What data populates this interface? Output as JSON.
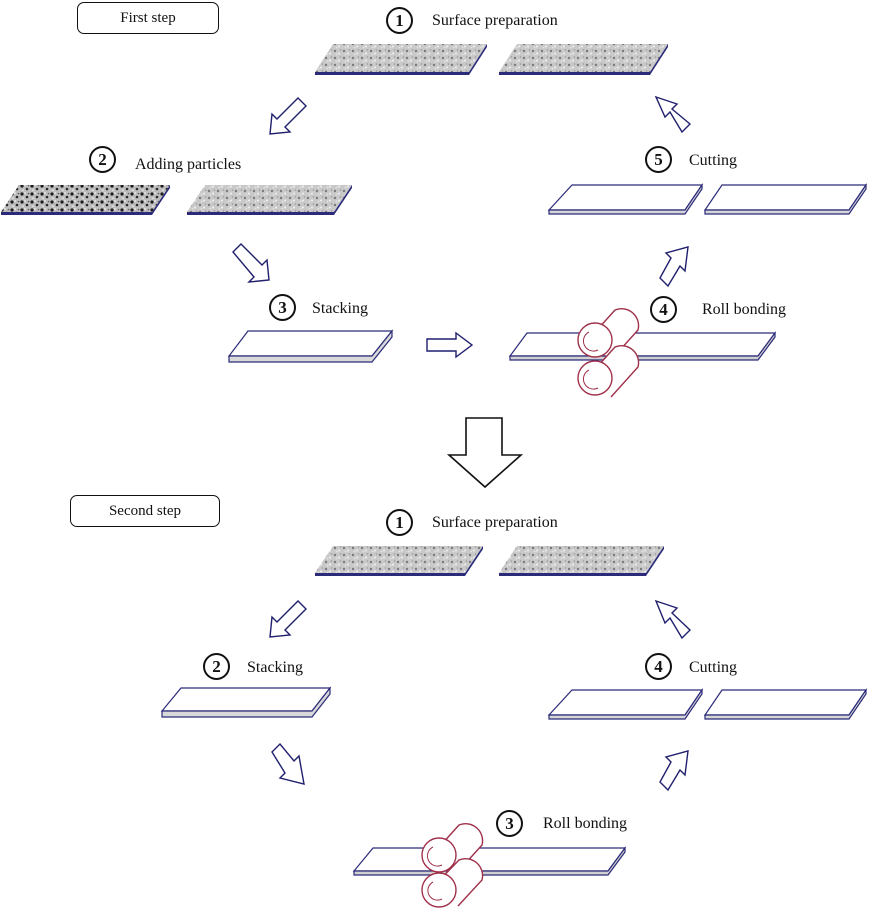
{
  "colors": {
    "plate_edge": "#2b2b7a",
    "plate_fill": "#ffffff",
    "rough_surface": "#c8c8c8",
    "particle_dots": "#222222",
    "arrow_stroke": "#1f1f6e",
    "roller": "#a0304a",
    "text": "#111111"
  },
  "first_step": {
    "title": "First step",
    "steps": [
      {
        "number": "1",
        "label": "Surface preparation"
      },
      {
        "number": "2",
        "label": "Adding particles"
      },
      {
        "number": "3",
        "label": "Stacking"
      },
      {
        "number": "4",
        "label": "Roll bonding"
      },
      {
        "number": "5",
        "label": "Cutting"
      }
    ]
  },
  "second_step": {
    "title": "Second step",
    "steps": [
      {
        "number": "1",
        "label": "Surface preparation"
      },
      {
        "number": "2",
        "label": "Stacking"
      },
      {
        "number": "3",
        "label": "Roll bonding"
      },
      {
        "number": "4",
        "label": "Cutting"
      }
    ]
  }
}
